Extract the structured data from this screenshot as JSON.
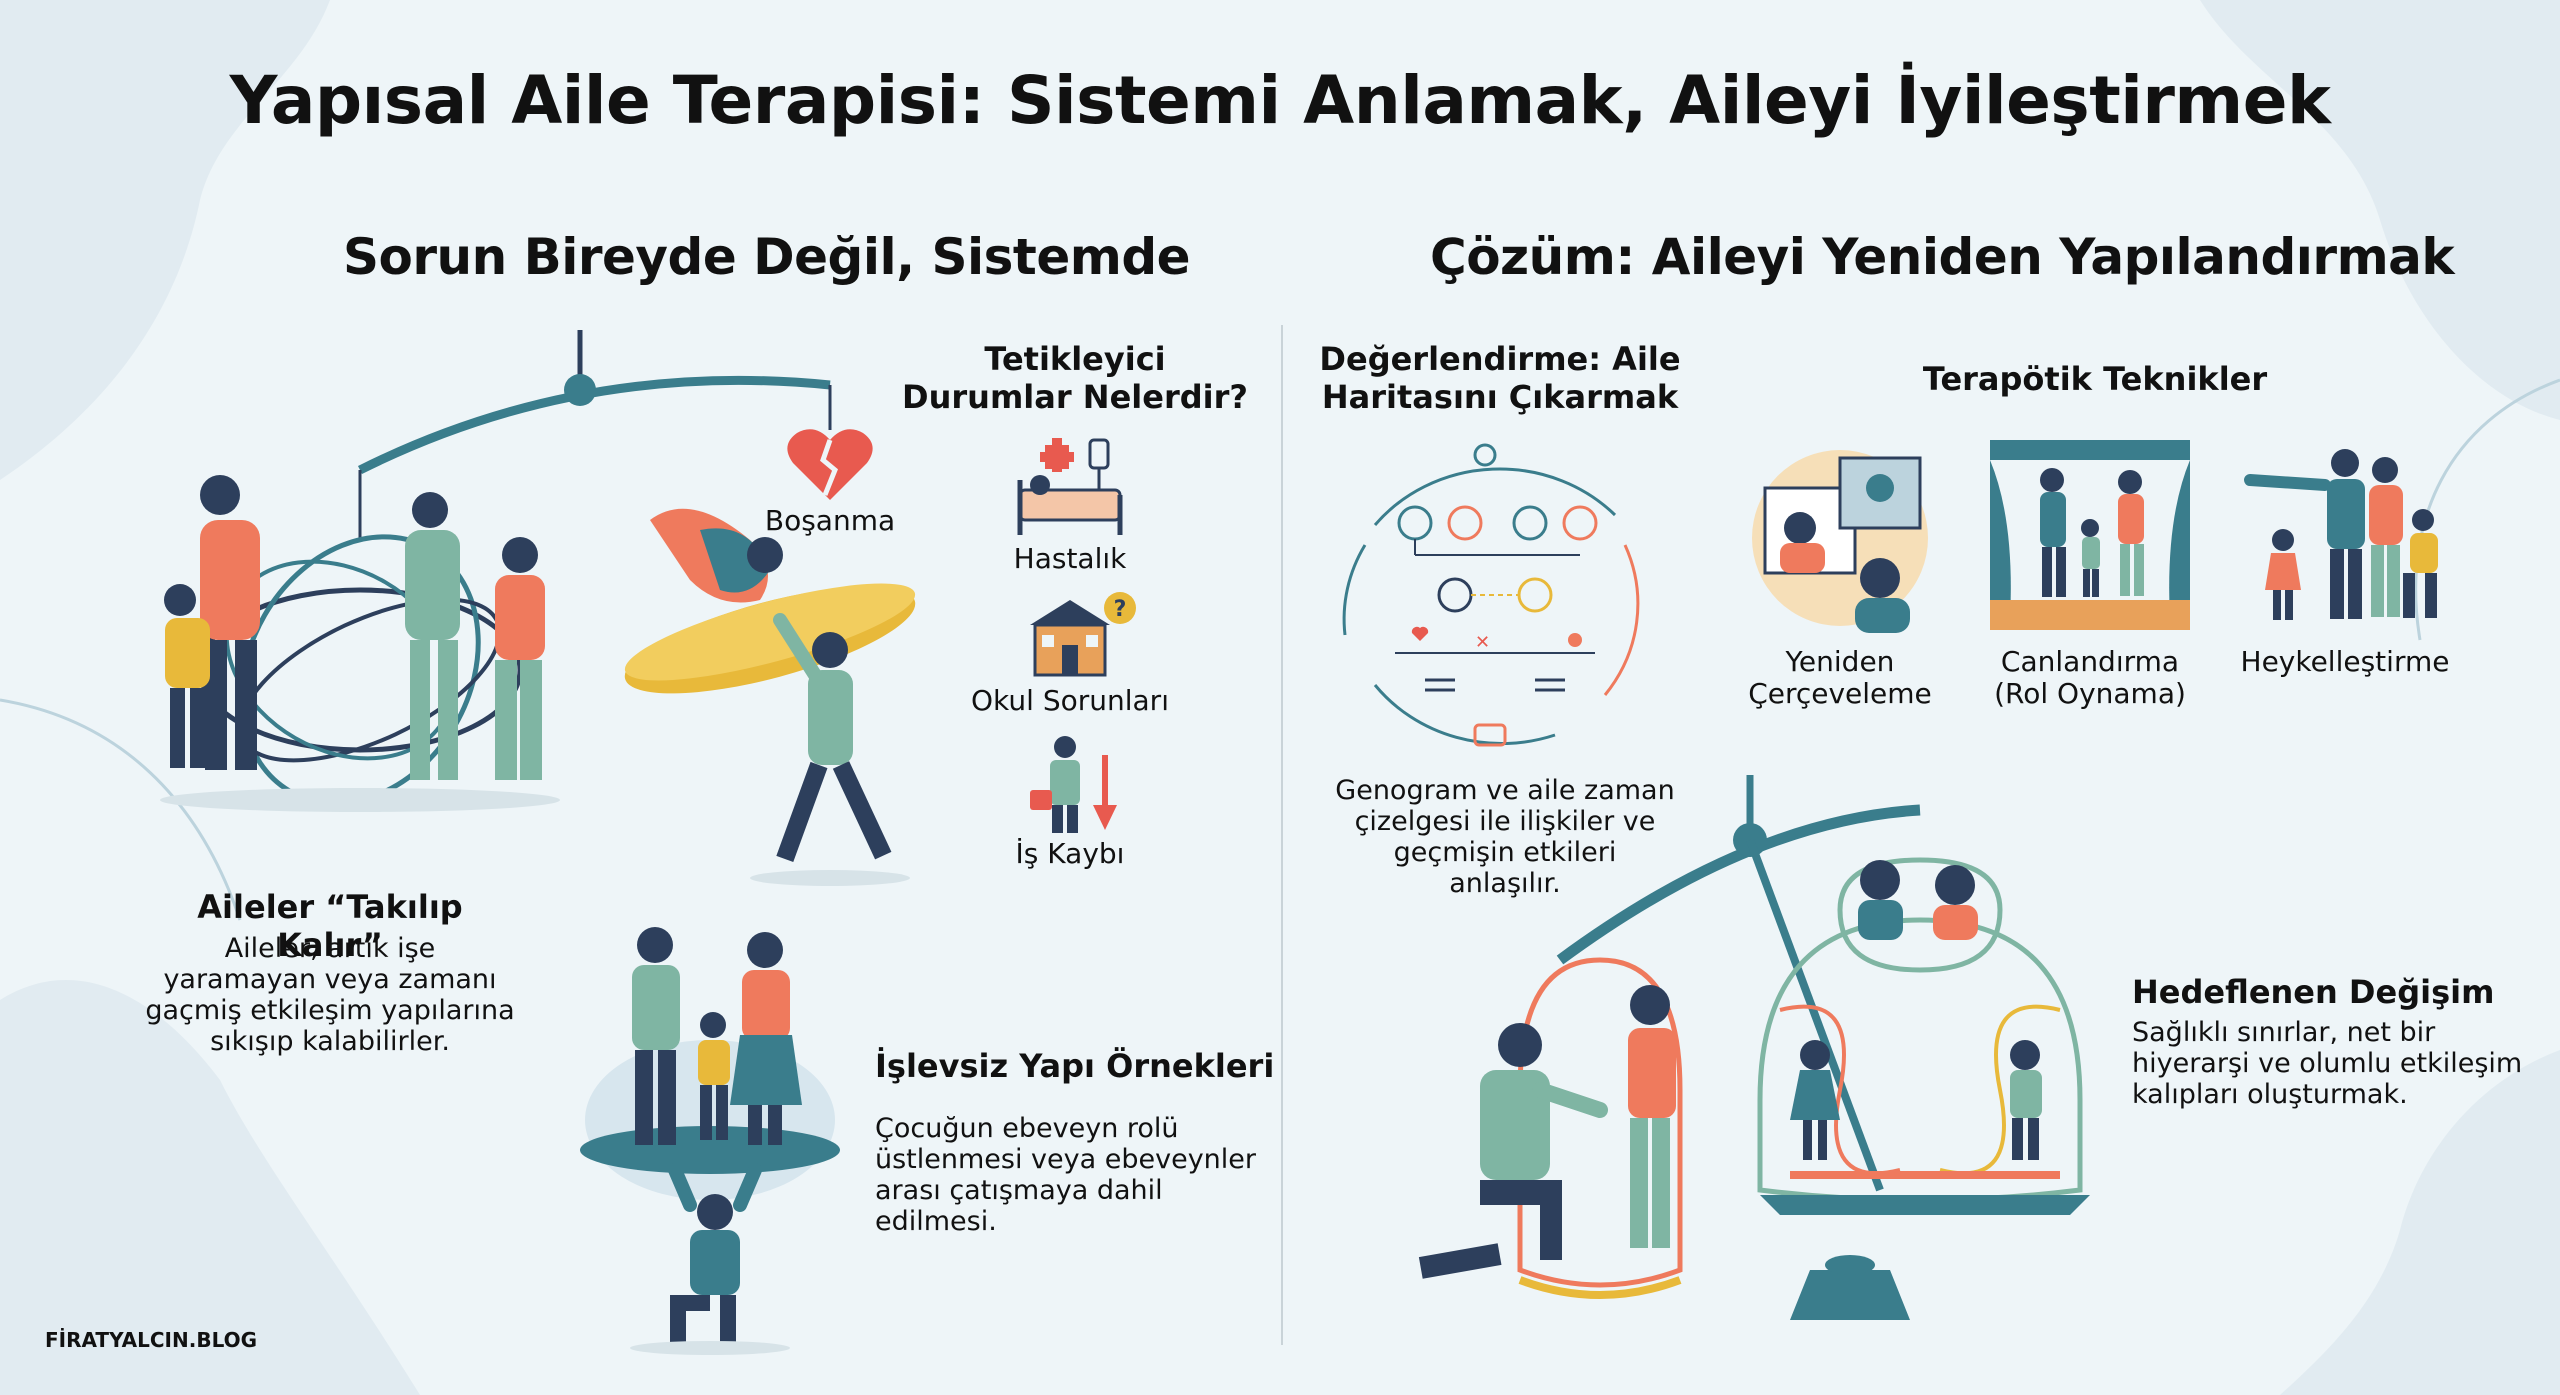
{
  "title": "Yapısal Aile Terapisi: Sistemi Anlamak, Aileyi İyileştirmek",
  "left": {
    "heading": "Sorun Bireyde Değil, Sistemde",
    "triggers": {
      "heading": "Tetikleyici Durumlar Nelerdir?",
      "items": [
        {
          "label": "Boşanma",
          "icon": "broken-heart-icon"
        },
        {
          "label": "Hastalık",
          "icon": "hospital-bed-icon"
        },
        {
          "label": "Okul Sorunları",
          "icon": "school-icon"
        },
        {
          "label": "İş Kaybı",
          "icon": "job-loss-icon"
        }
      ]
    },
    "stuck": {
      "heading": "Aileler “Takılıp Kalır”",
      "text": "Aileler, artık işe yaramayan veya zamanı gaçmiş etkileşim yapılarına sıkışıp kalabilirler."
    },
    "dysfunctional": {
      "heading": "İşlevsiz Yapı Örnekleri",
      "text": "Çocuğun ebeveyn rolü üstlenmesi veya ebeveynler arası çatışmaya dahil edilmesi."
    }
  },
  "right": {
    "heading": "Çözüm: Aileyi Yeniden Yapılandırmak",
    "assessment": {
      "heading": "Değerlendirme: Aile Haritasını Çıkarmak",
      "text": "Genogram ve aile zaman çizelgesi ile ilişkiler ve geçmişin etkileri anlaşılır."
    },
    "techniques": {
      "heading": "Terapötik Teknikler",
      "items": [
        {
          "label": "Yeniden Çerçeveleme"
        },
        {
          "label": "Canlandırma (Rol Oynama)"
        },
        {
          "label": "Heykelleştirme"
        }
      ]
    },
    "goal": {
      "heading": "Hedeflenen Değişim",
      "text": "Sağlıklı sınırlar, net bir hiyerarşi ve olumlu etkileşim kalıpları oluşturmak."
    }
  },
  "footer": "FİRATYALCIN.BLOG",
  "colors": {
    "teal": "#3a7d8c",
    "coral": "#ef7a5d",
    "mustard": "#e8b93a",
    "navy": "#2d3f5c",
    "sage": "#7fb5a3"
  }
}
